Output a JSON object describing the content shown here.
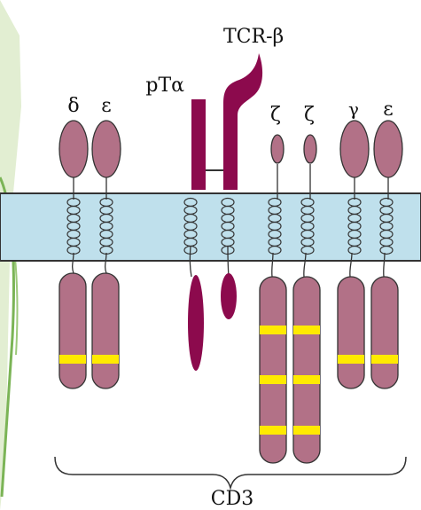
{
  "labels": {
    "delta": "δ",
    "epsilon_left": "ε",
    "pta": "pTα",
    "tcr_beta": "TCR-β",
    "zeta_1": "ζ",
    "zeta_2": "ζ",
    "gamma": "γ",
    "epsilon_right": "ε",
    "cd3": "CD3"
  },
  "colors": {
    "membrane": "#bfe0ec",
    "cd3_chain": "#b27187",
    "tcr_chain": "#8c0a4d",
    "itam": "#ffea00",
    "outline": "#333333",
    "leaf": "#6fae46"
  }
}
